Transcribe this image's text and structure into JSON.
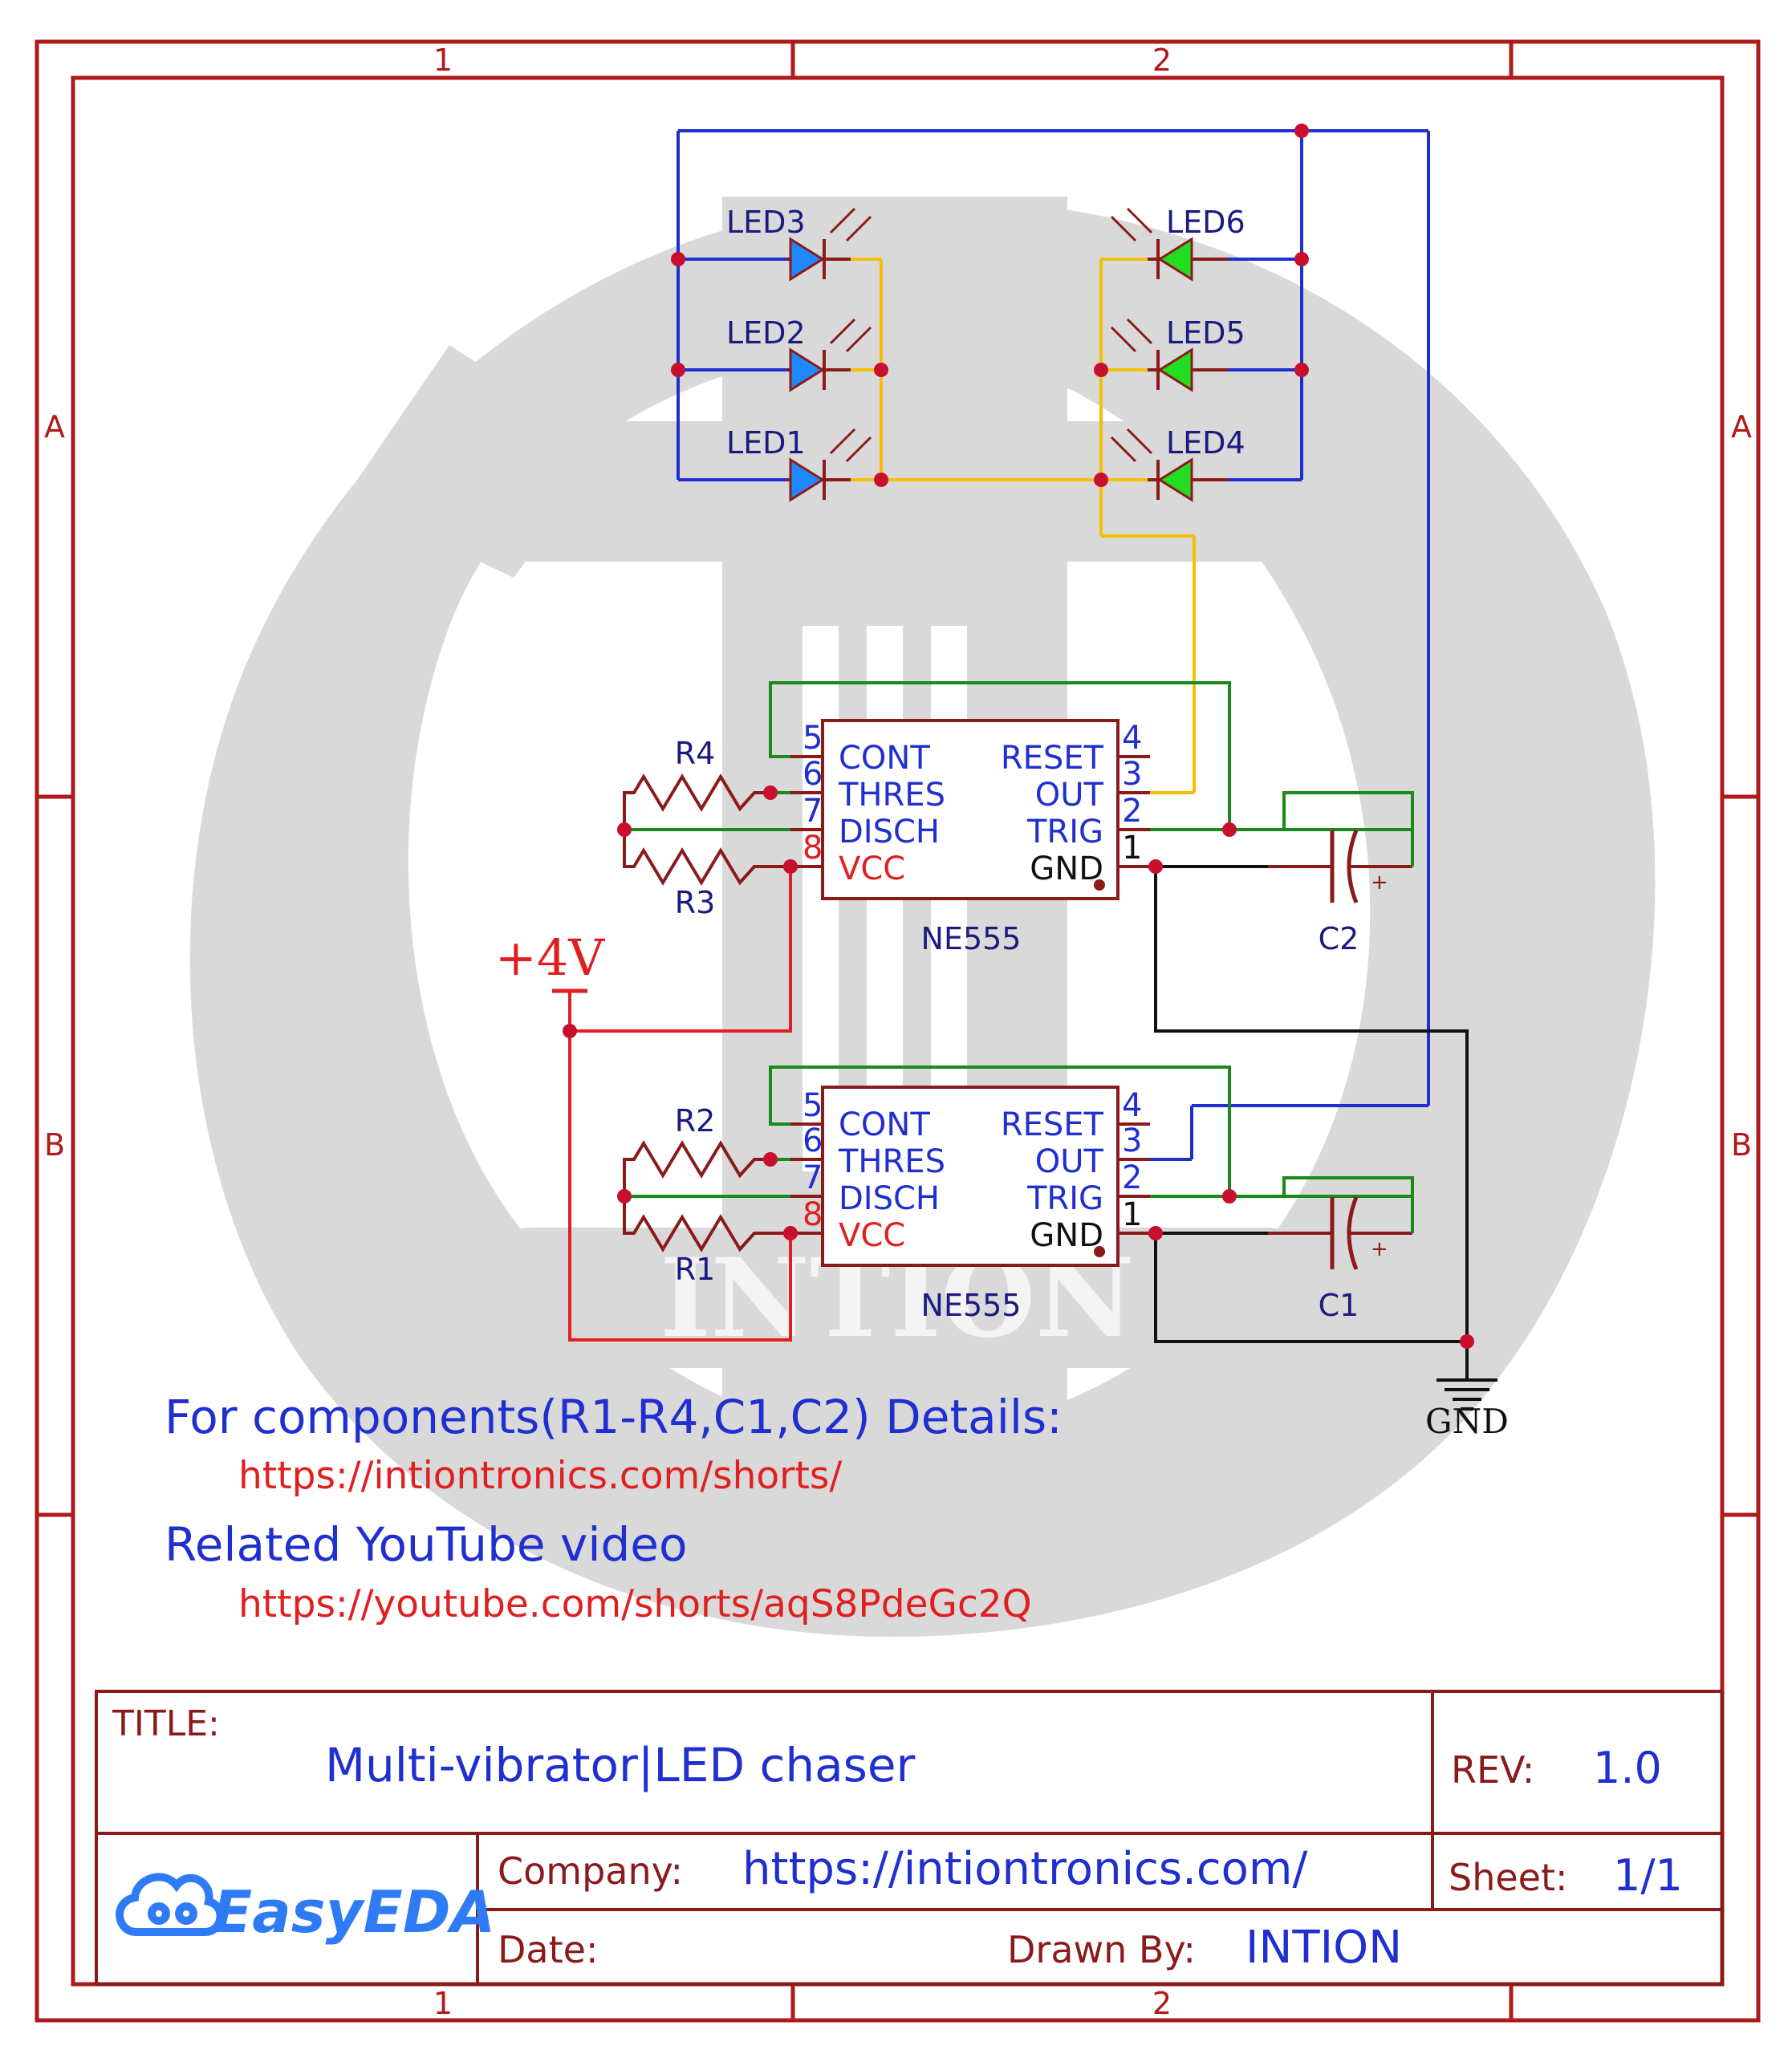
{
  "frame": {
    "columns": [
      "1",
      "2"
    ],
    "rows": [
      "A",
      "B"
    ],
    "border_color": "#b01a1a"
  },
  "watermark": {
    "text": "INTION"
  },
  "power": {
    "label": "+4V"
  },
  "ground": {
    "label": "GND"
  },
  "leds": {
    "left": [
      "LED3",
      "LED2",
      "LED1"
    ],
    "right": [
      "LED6",
      "LED5",
      "LED4"
    ],
    "blue_color": "#1e88ff",
    "green_color": "#22dd22"
  },
  "ic_top": {
    "name": "NE555",
    "left_pins": [
      {
        "num": "5",
        "label": "CONT"
      },
      {
        "num": "6",
        "label": "THRES"
      },
      {
        "num": "7",
        "label": "DISCH"
      },
      {
        "num": "8",
        "label": "VCC"
      }
    ],
    "right_pins": [
      {
        "num": "4",
        "label": "RESET"
      },
      {
        "num": "3",
        "label": "OUT"
      },
      {
        "num": "2",
        "label": "TRIG"
      },
      {
        "num": "1",
        "label": "GND"
      }
    ],
    "r_top": "R4",
    "r_bottom": "R3",
    "cap": "C2"
  },
  "ic_bottom": {
    "name": "NE555",
    "left_pins": [
      {
        "num": "5",
        "label": "CONT"
      },
      {
        "num": "6",
        "label": "THRES"
      },
      {
        "num": "7",
        "label": "DISCH"
      },
      {
        "num": "8",
        "label": "VCC"
      }
    ],
    "right_pins": [
      {
        "num": "4",
        "label": "RESET"
      },
      {
        "num": "3",
        "label": "OUT"
      },
      {
        "num": "2",
        "label": "TRIG"
      },
      {
        "num": "1",
        "label": "GND"
      }
    ],
    "r_top": "R2",
    "r_bottom": "R1",
    "cap": "C1"
  },
  "notes": {
    "components_heading": "For components(R1-R4,C1,C2) Details:",
    "components_url": "https://intiontronics.com/shorts/",
    "video_heading": "Related YouTube video",
    "video_url": "https://youtube.com/shorts/aqS8PdeGc2Q"
  },
  "title_block": {
    "title_label": "TITLE:",
    "title": "Multi-vibrator|LED chaser",
    "rev_label": "REV:",
    "rev": "1.0",
    "company_label": "Company:",
    "company": "https://intiontronics.com/",
    "sheet_label": "Sheet:",
    "sheet": "1/1",
    "date_label": "Date:",
    "drawn_by_label": "Drawn By:",
    "drawn_by": "INTION",
    "logo_text": "EasyEDA"
  }
}
